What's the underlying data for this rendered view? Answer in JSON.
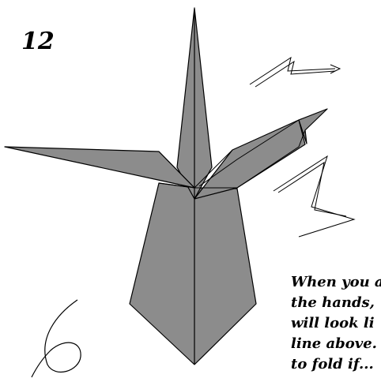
{
  "step": {
    "number": "12"
  },
  "caption": {
    "lines": [
      "When you a",
      "the hands,",
      "will look li",
      "line above.",
      "to fold if..."
    ]
  },
  "colors": {
    "paper_fill": "#8c8c8c",
    "outline": "#000000",
    "background": "#ffffff"
  }
}
